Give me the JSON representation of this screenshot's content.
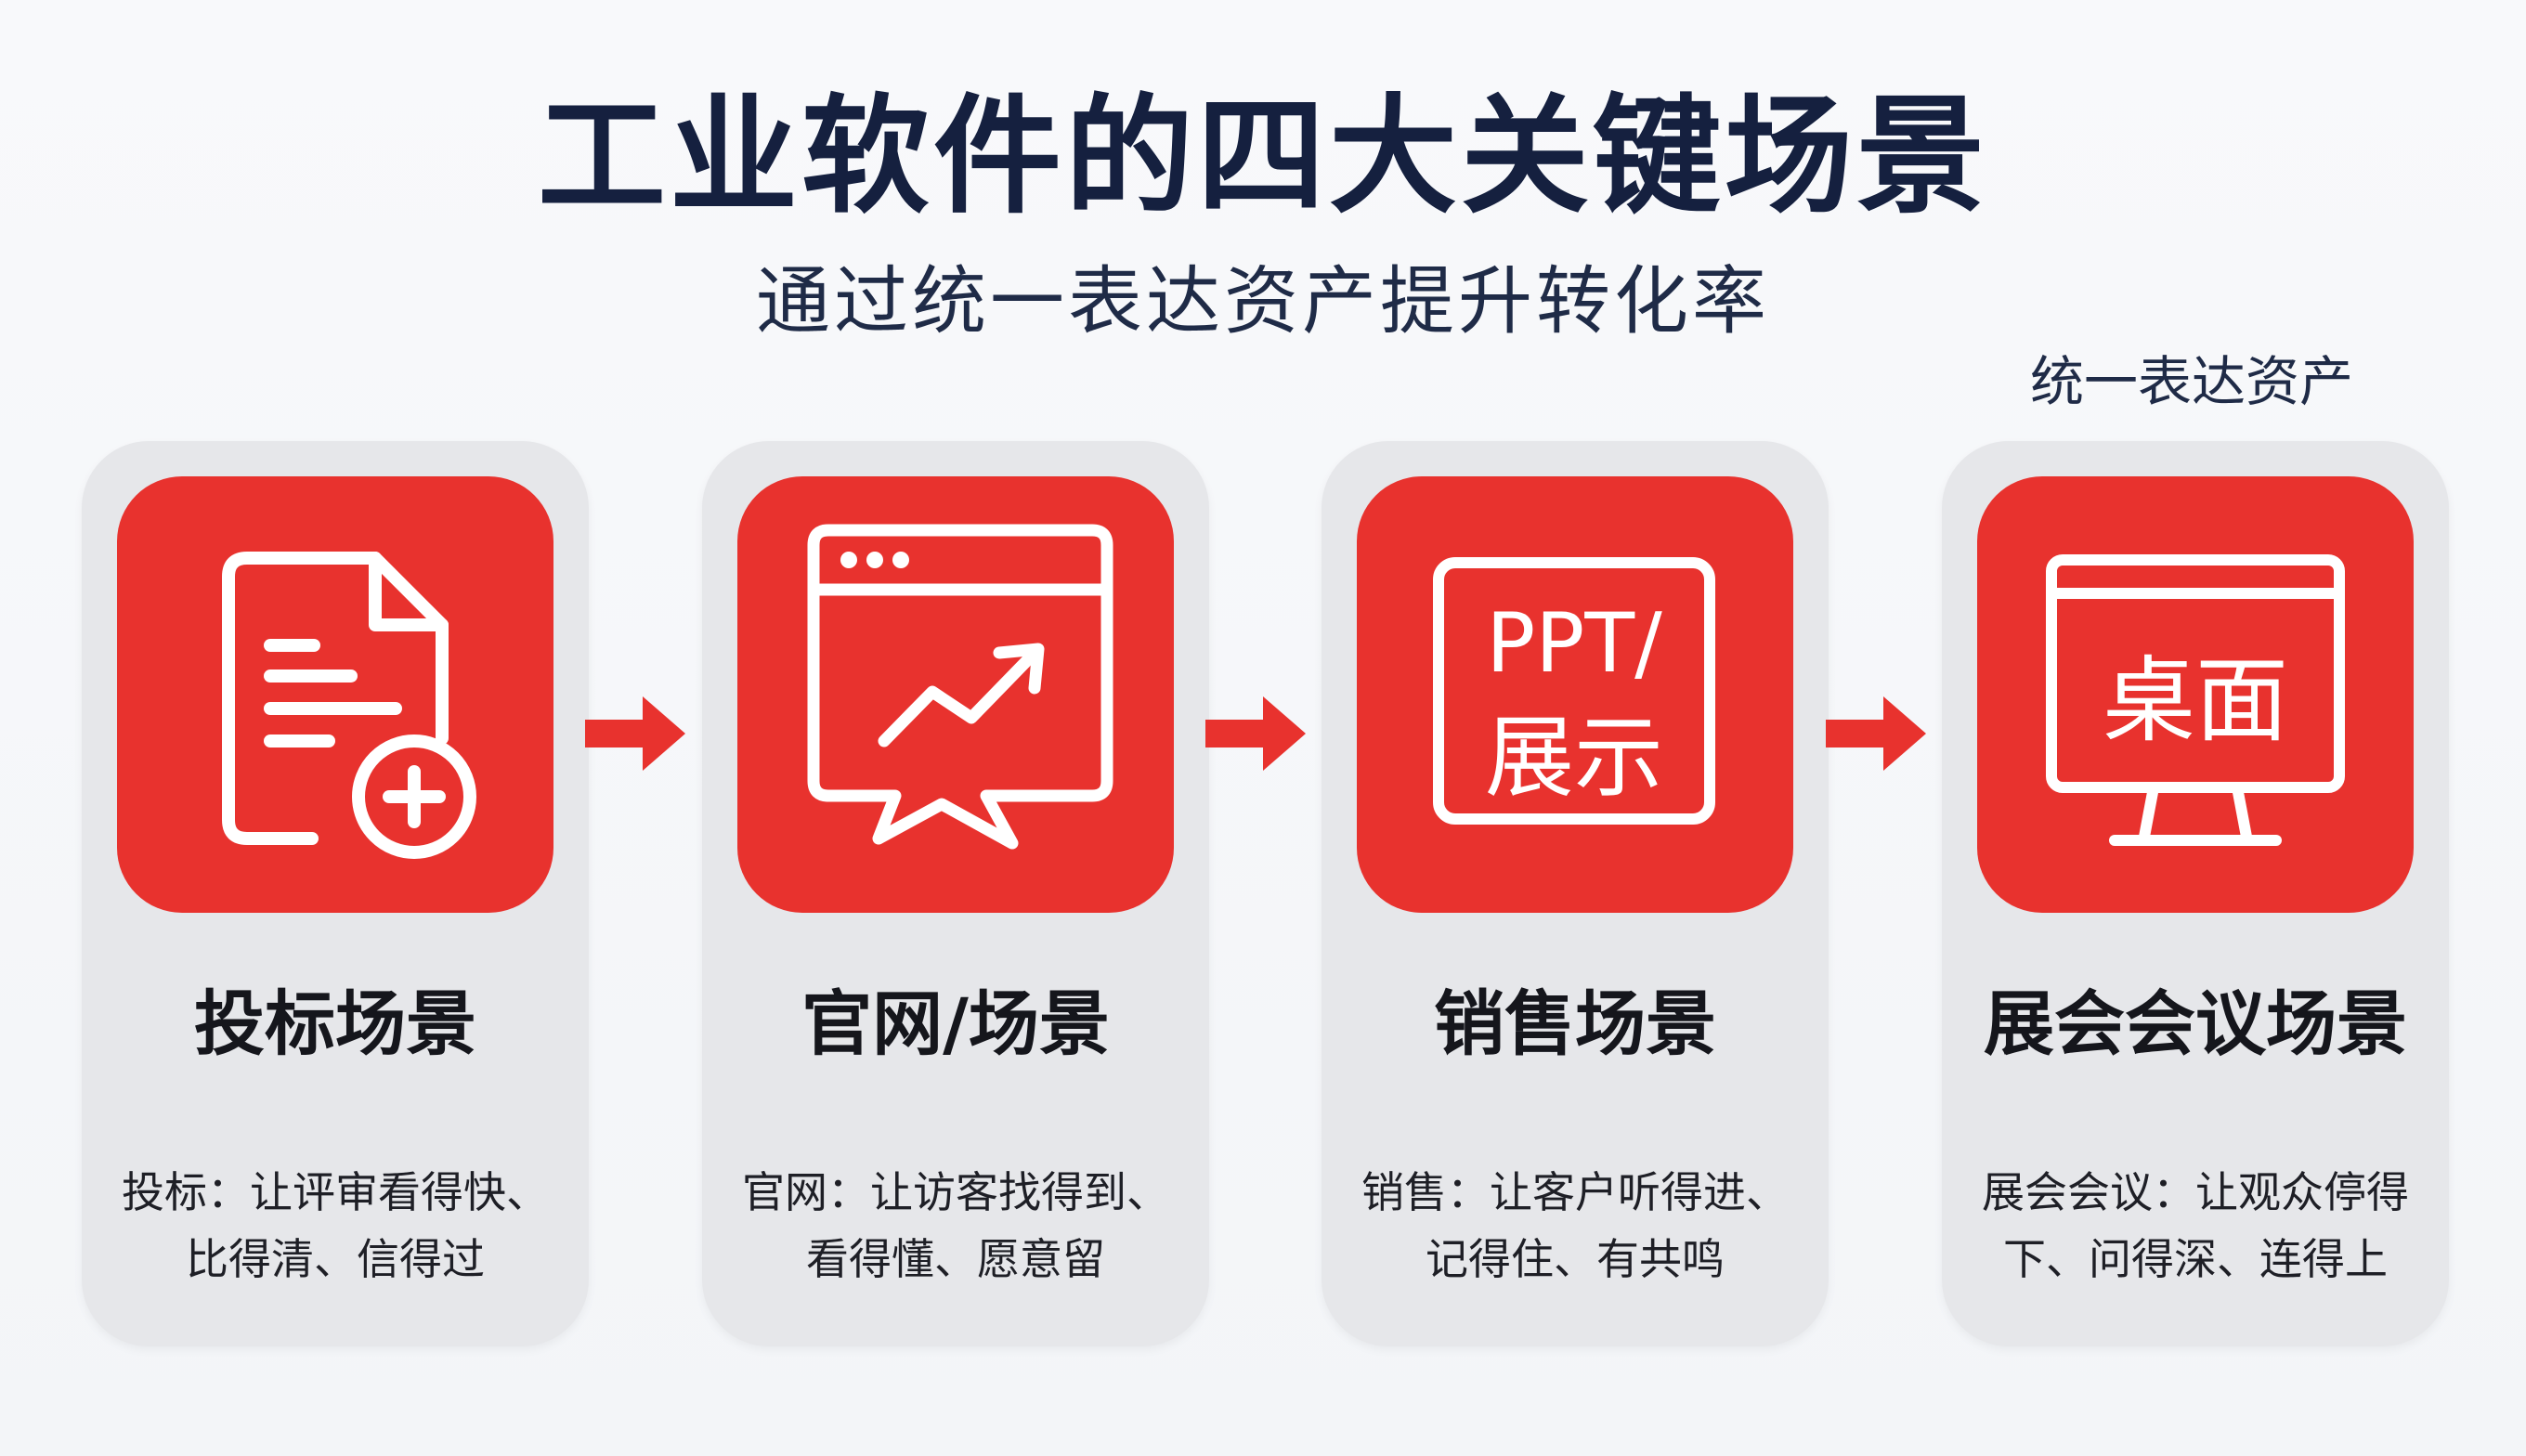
{
  "header": {
    "title": "工业软件的四大关键场景",
    "subtitle": "通过统一表达资产提升转化率"
  },
  "side_note": "统一表达资产",
  "colors": {
    "accent_red": "#e8322e",
    "card_bg": "#e6e7ea",
    "title_navy": "#15203f"
  },
  "scenes": [
    {
      "icon": "document-plus-icon",
      "title": "投标场景",
      "desc_line1": "投标：让评审看得快、",
      "desc_line2": "比得清、信得过"
    },
    {
      "icon": "browser-chart-icon",
      "title": "官网/场景",
      "desc_line1": "官网：让访客找得到、",
      "desc_line2": "看得懂、愿意留"
    },
    {
      "icon": "presentation-screen-icon",
      "icon_text_line1": "PPT/",
      "icon_text_line2": "展示",
      "title": "销售场景",
      "desc_line1": "销售：让客户听得进、",
      "desc_line2": "记得住、有共鸣"
    },
    {
      "icon": "desktop-monitor-icon",
      "icon_text": "桌面",
      "title": "展会会议场景",
      "desc_line1": "展会会议：让观众停得",
      "desc_line2": "下、问得深、连得上"
    }
  ],
  "connectors": [
    "arrow-right-icon",
    "arrow-right-icon",
    "arrow-right-icon"
  ]
}
